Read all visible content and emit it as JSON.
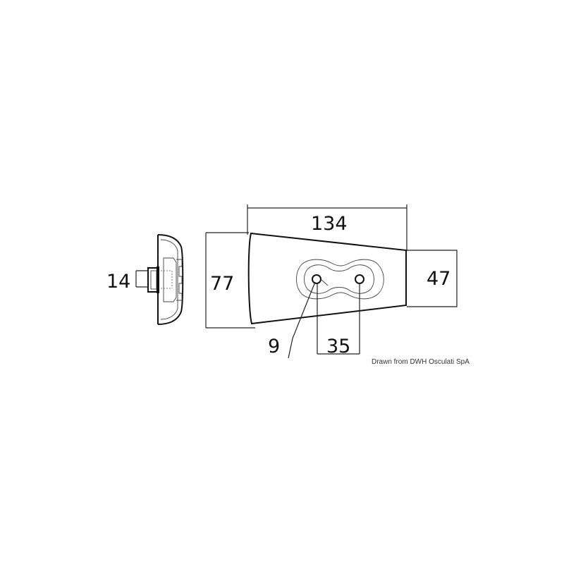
{
  "drawing": {
    "dimensions": {
      "length": "134",
      "height_large_end": "77",
      "height_small_end": "47",
      "bolt_hole": "9",
      "hole_spacing": "35",
      "side_thickness": "14"
    },
    "credit": "Drawn from DWH Osculati SpA"
  }
}
